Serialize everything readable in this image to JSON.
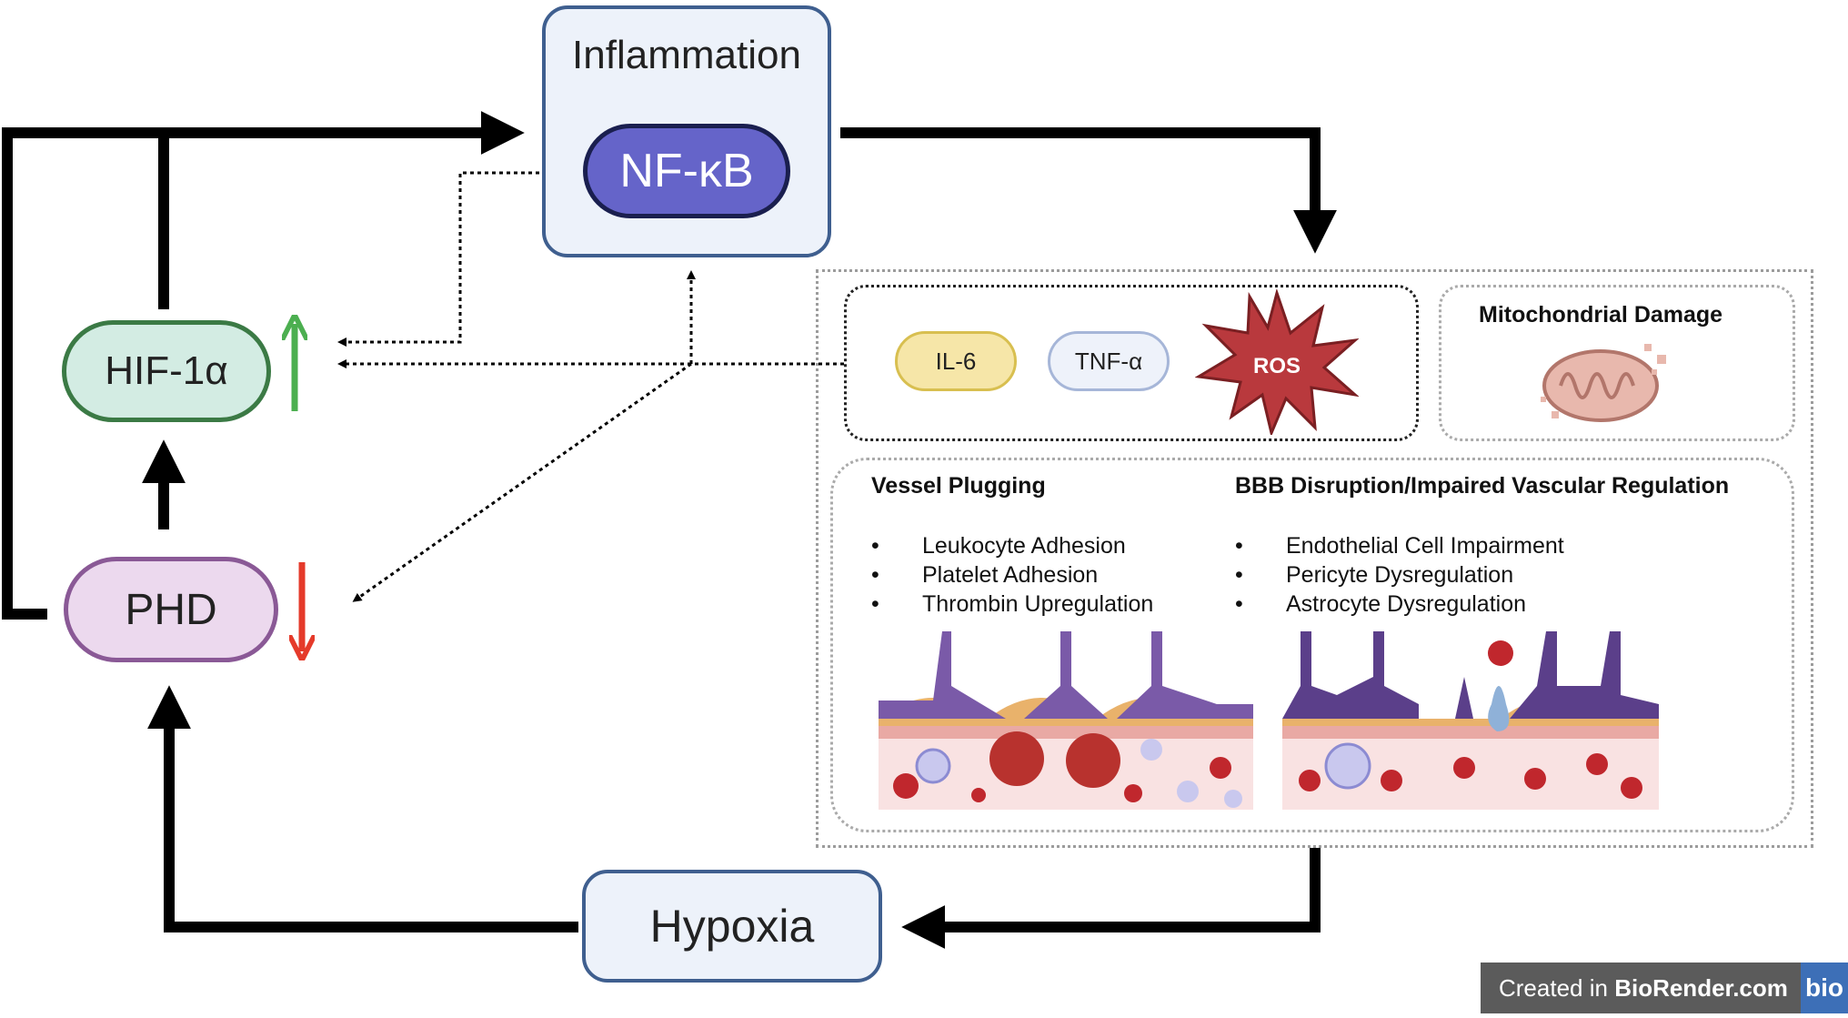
{
  "nodes": {
    "inflammation": "Inflammation",
    "nfkb": "NF-κB",
    "hif": "HIF-1α",
    "phd": "PHD",
    "hypoxia": "Hypoxia"
  },
  "cytokines": {
    "il6": "IL-6",
    "tnf": "TNF-α",
    "ros": "ROS"
  },
  "mitochondria": {
    "title": "Mitochondrial Damage"
  },
  "vessel_plugging": {
    "title": "Vessel Plugging",
    "items": [
      "Leukocyte Adhesion",
      "Platelet Adhesion",
      "Thrombin Upregulation"
    ]
  },
  "bbb": {
    "title": "BBB Disruption/Impaired Vascular Regulation",
    "items": [
      "Endothelial Cell Impairment",
      "Pericyte Dysregulation",
      "Astrocyte Dysregulation"
    ]
  },
  "bullet": "•",
  "indicators": {
    "hif_up": {
      "icon": "up-arrow-icon",
      "color": "#4caf50"
    },
    "phd_down": {
      "icon": "down-arrow-icon",
      "color": "#e53a2a"
    }
  },
  "footer": {
    "prefix": "Created in ",
    "brand": "BioRender.com",
    "logo": "bio"
  }
}
